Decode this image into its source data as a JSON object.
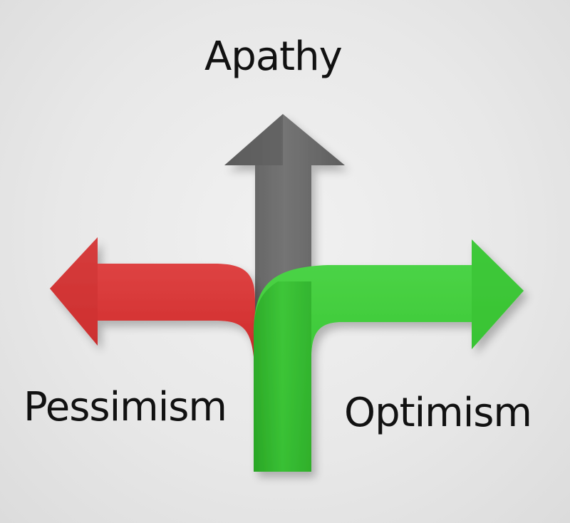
{
  "labels": {
    "up": "Apathy",
    "left": "Pessimism",
    "right": "Optimism"
  },
  "arrows": [
    {
      "direction": "up",
      "label_ref": "Apathy",
      "color": "#6b6b6b"
    },
    {
      "direction": "left",
      "label_ref": "Pessimism",
      "color": "#d63a3a"
    },
    {
      "direction": "right",
      "label_ref": "Optimism",
      "color": "#3ec93a"
    }
  ],
  "colors": {
    "background": "#ebebeb",
    "text": "#111111"
  }
}
